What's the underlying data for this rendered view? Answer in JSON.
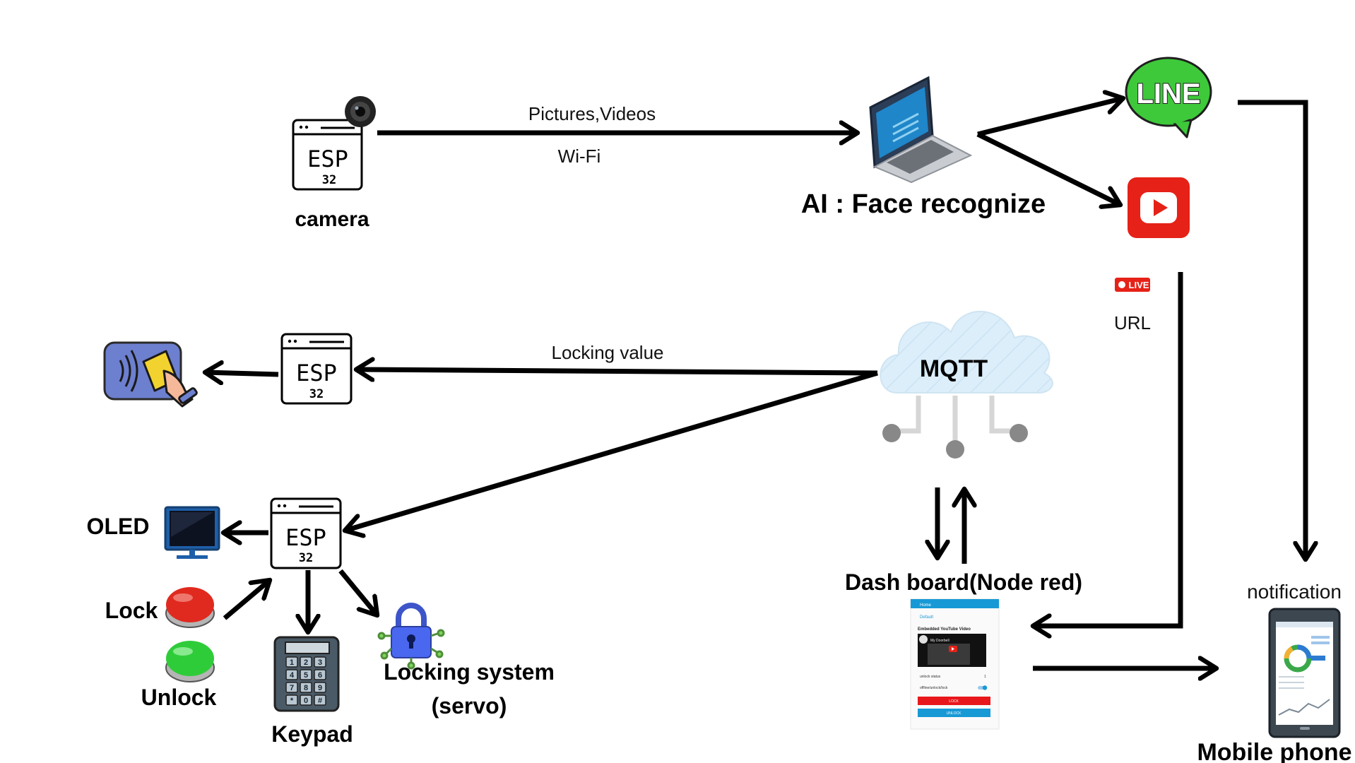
{
  "labels": {
    "camera": "camera",
    "pictures_videos": "Pictures,Videos",
    "wifi": "Wi-Fi",
    "ai_face": "AI : Face recognize",
    "line": "LINE",
    "live": "LIVE",
    "url": "URL",
    "locking_value": "Locking value",
    "mqtt": "MQTT",
    "oled": "OLED",
    "lock": "Lock",
    "unlock": "Unlock",
    "keypad": "Keypad",
    "locking_system_1": "Locking system",
    "locking_system_2": "(servo)",
    "dashboard": "Dash board(Node red)",
    "notification": "notification",
    "mobile_phone": "Mobile phone"
  },
  "esp": {
    "name": "ESP",
    "model": "32"
  },
  "dashboard_screen": {
    "header": "Home",
    "group": "Default",
    "video_title": "Embedded YouTube Video",
    "video_caption": "My Doorbell",
    "unlock_status_label": "unlock status",
    "unlock_status_value": "1",
    "switch_label": "offline/unlock/lock",
    "lock_button": "LOCK",
    "unlock_button": "UNLOCK"
  },
  "keypad_keys": [
    "1",
    "2",
    "3",
    "4",
    "5",
    "6",
    "7",
    "8",
    "9",
    "*",
    "0",
    "#"
  ],
  "colors": {
    "arrow": "#000000",
    "line_green": "#3ec93a",
    "youtube_red": "#e62117",
    "mqtt_cloud": "#d7ebf7",
    "lock_red": "#e02a1f",
    "unlock_green": "#2fcc3a",
    "dash_blue": "#1799d6",
    "lock_body": "#4a67f0"
  },
  "icons": [
    "camera-icon",
    "laptop-icon",
    "line-icon",
    "youtube-icon",
    "live-badge-icon",
    "cloud-icon",
    "rfid-card-icon",
    "monitor-icon",
    "red-button-icon",
    "green-button-icon",
    "keypad-icon",
    "padlock-icon",
    "smartphone-icon"
  ]
}
